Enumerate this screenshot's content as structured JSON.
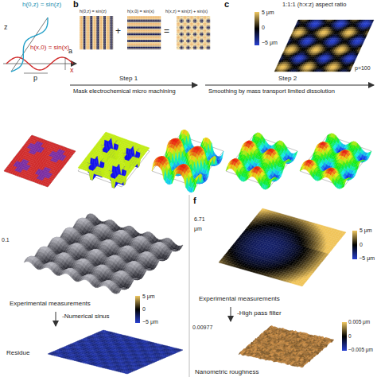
{
  "diagram": {
    "labels": [
      "z",
      "h(0,z) = sin(z)",
      "h(x,0) = sin(x)",
      "p",
      "x",
      "a",
      "b",
      "h(0,z) = sin(z)",
      "+",
      "h(x,0) = sin(x)",
      "=",
      "h(x,z) = sin(z) + sin(x)",
      "c",
      "1:1:1 (h:x:z) aspect ratio",
      "5 μm",
      "0",
      "−5 μm",
      "p=100",
      "Step 1",
      "Mask electrochemical micro machining",
      "Step 2",
      "Smoothing by mass transport limited dissolution",
      "0.1",
      "Experimental measurements",
      "-Numerical sinus",
      "5 μm",
      "0",
      "−5 μm",
      "Residue",
      "f",
      "6.71",
      "μm",
      "Experimental measurements",
      "-High pass filter",
      "5 μm",
      "0",
      "−5 μm",
      "0.00977",
      "Nanometric roughness",
      "0.005 μm",
      "0",
      "−0.005 μm"
    ]
  }
}
